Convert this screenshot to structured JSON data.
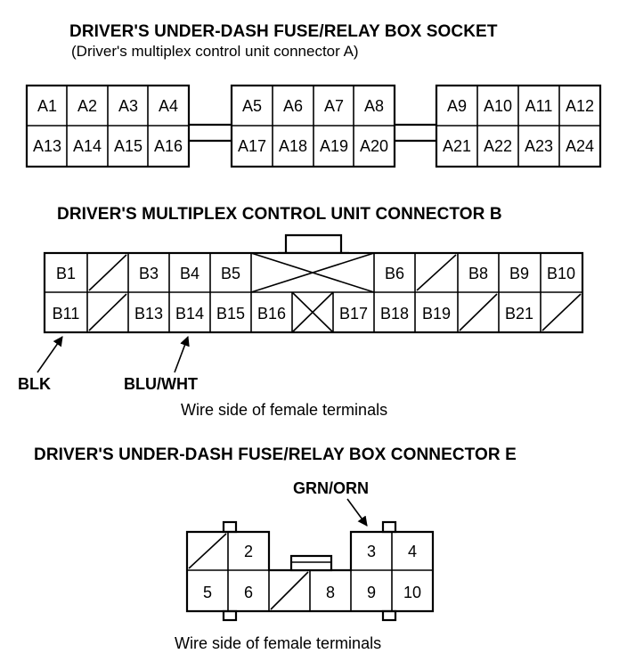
{
  "socket_a": {
    "title": "DRIVER'S UNDER-DASH FUSE/RELAY BOX SOCKET",
    "subtitle": "(Driver's multiplex control unit connector A)",
    "groups": [
      {
        "top": [
          "A1",
          "A2",
          "A3",
          "A4"
        ],
        "bottom": [
          "A13",
          "A14",
          "A15",
          "A16"
        ]
      },
      {
        "top": [
          "A5",
          "A6",
          "A7",
          "A8"
        ],
        "bottom": [
          "A17",
          "A18",
          "A19",
          "A20"
        ]
      },
      {
        "top": [
          "A9",
          "A10",
          "A11",
          "A12"
        ],
        "bottom": [
          "A21",
          "A22",
          "A23",
          "A24"
        ]
      }
    ]
  },
  "connector_b": {
    "title": "DRIVER'S MULTIPLEX CONTROL UNIT CONNECTOR B",
    "top_row": [
      "B1",
      "",
      "B3",
      "B4",
      "B5",
      "B6",
      "",
      "B8",
      "B9",
      "B10"
    ],
    "bottom_row": [
      "B11",
      "",
      "B13",
      "B14",
      "B15",
      "B16",
      "",
      "B17",
      "B18",
      "B19",
      "",
      "B21",
      ""
    ],
    "wire_labels": {
      "b11": "BLK",
      "b14": "BLU/WHT"
    },
    "caption": "Wire side of female terminals"
  },
  "connector_e": {
    "title": "DRIVER'S UNDER-DASH FUSE/RELAY BOX CONNECTOR E",
    "wire_label": "GRN/ORN",
    "top_row": [
      "",
      "2",
      "3",
      "4"
    ],
    "bottom_row": [
      "5",
      "6",
      "",
      "8",
      "9",
      "10"
    ],
    "caption": "Wire side of female terminals"
  }
}
